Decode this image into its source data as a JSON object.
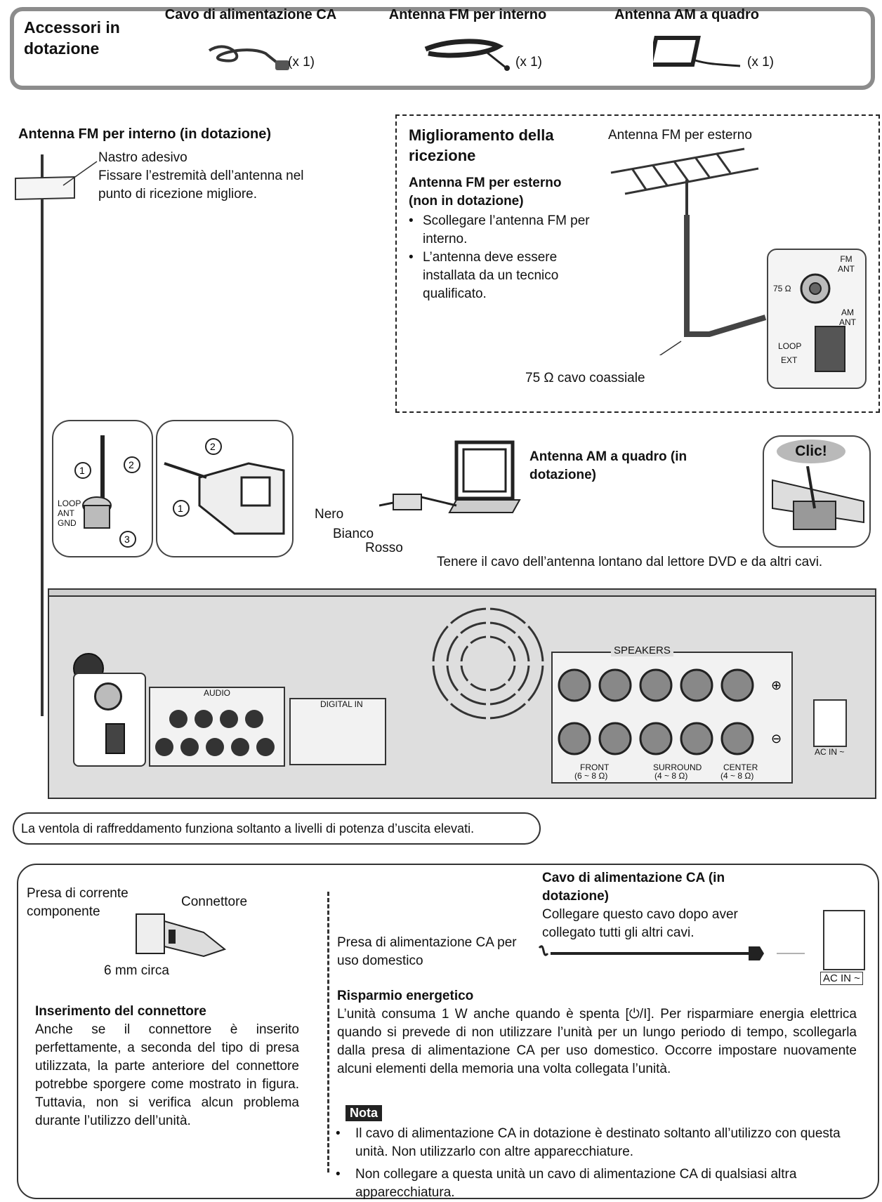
{
  "accessories": {
    "title": "Accessori in dotazione",
    "items": [
      {
        "name": "Cavo di alimentazione CA",
        "qty": "(x 1)"
      },
      {
        "name": "Antenna FM per interno",
        "qty": "(x 1)"
      },
      {
        "name": "Antenna AM a quadro",
        "qty": "(x 1)"
      }
    ]
  },
  "fm_indoor": {
    "title": "Antenna FM per interno (in dotazione)",
    "tape_label": "Nastro adesivo",
    "tape_text": "Fissare l’estremità dell’antenna nel punto di ricezione migliore."
  },
  "reception": {
    "title": "Miglioramento della ricezione",
    "subtitle": "Antenna FM per esterno (non in dotazione)",
    "bullets": [
      "Scollegare l’antenna FM per interno.",
      "L’antenna deve essere installata da un tecnico qualificato."
    ],
    "outdoor_label": "Antenna FM per esterno",
    "coax_label": "75 Ω cavo coassiale",
    "fm_ant": "FM ANT",
    "am_ant": "AM ANT",
    "ohm": "75 Ω",
    "loop": "LOOP",
    "ext": "EXT"
  },
  "am_loop": {
    "title": "Antenna AM a quadro (in dotazione)",
    "click": "Clic!",
    "nero": "Nero",
    "bianco": "Bianco",
    "rosso": "Rosso",
    "keep_away": "Tenere il cavo dell’antenna lontano dal lettore DVD e da altri cavi.",
    "loop_ant_gnd": "LOOP ANT GND"
  },
  "rear_panel": {
    "speakers": "SPEAKERS",
    "front": "FRONT",
    "front_imp": "(6 ~ 8 Ω)",
    "surround": "SURROUND",
    "surround_imp": "(4 ~ 8 Ω)",
    "center": "CENTER",
    "center_imp": "(4 ~ 8 Ω)",
    "ac_in": "AC IN ~",
    "audio": "AUDIO",
    "digital_in": "DIGITAL IN"
  },
  "fan_note": "La ventola di raffreddamento funziona soltanto a livelli di potenza d’uscita elevati.",
  "connector": {
    "socket_label": "Presa di corrente componente",
    "connector_label": "Connettore",
    "approx": "6 mm circa",
    "title": "Inserimento del connettore",
    "text": "Anche se il connettore è inserito perfettamente, a seconda del tipo di presa utilizzata, la parte anteriore del connettore potrebbe sporgere come mostrato in figura. Tuttavia, non si verifica alcun problema durante l’utilizzo dell’unità."
  },
  "ac_cord": {
    "title": "Cavo di alimentazione CA (in dotazione)",
    "text": "Collegare questo cavo dopo aver collegato tutti gli altri cavi.",
    "outlet": "Presa di alimentazione CA per uso domestico",
    "ac_in": "AC IN ~"
  },
  "energy": {
    "title": "Risparmio energetico",
    "text": "L’unità consuma 1 W anche quando è spenta [⏻/I]. Per risparmiare energia elettrica quando si prevede di non utilizzare l’unità per un lungo periodo di tempo, scollegarla dalla presa di alimentazione CA per uso domestico. Occorre impostare nuovamente alcuni elementi della memoria una volta collegata l’unità."
  },
  "nota": {
    "label": "Nota",
    "items": [
      "Il cavo di alimentazione CA in dotazione è destinato soltanto all’utilizzo con questa unità. Non utilizzarlo con altre apparecchiature.",
      "Non collegare a questa unità un cavo di alimentazione CA di qualsiasi altra apparecchiatura."
    ]
  }
}
